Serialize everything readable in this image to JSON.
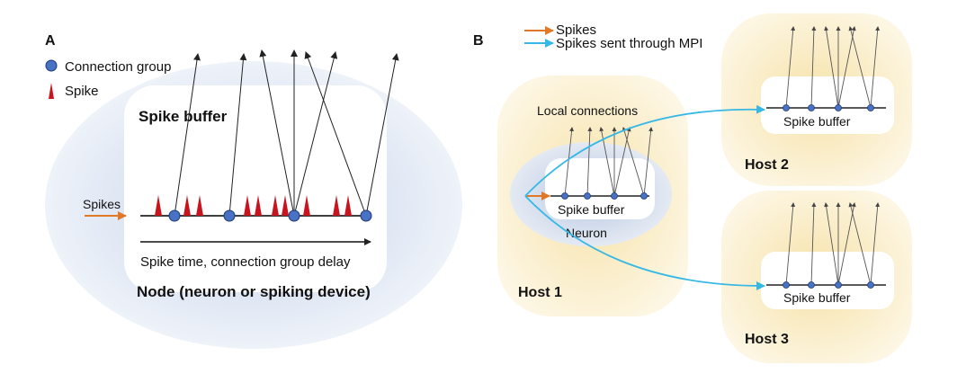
{
  "panel_a": {
    "panel_label": "A",
    "legend": {
      "connection_group": "Connection group",
      "spike": "Spike"
    },
    "spike_buffer_label": "Spike buffer",
    "spikes_input_label": "Spikes",
    "axis_label": "Spike time, connection group delay",
    "node_label": "Node (neuron or spiking device)"
  },
  "panel_b": {
    "panel_label": "B",
    "legend": {
      "spikes": "Spikes",
      "spikes_mpi": "Spikes sent through MPI"
    },
    "host1": {
      "label": "Host 1",
      "local_connections": "Local connections",
      "spike_buffer": "Spike buffer",
      "neuron": "Neuron"
    },
    "host2": {
      "label": "Host 2",
      "spike_buffer": "Spike buffer"
    },
    "host3": {
      "label": "Host 3",
      "spike_buffer": "Spike buffer"
    }
  },
  "colors": {
    "node_fill": "#e6ecf5",
    "host_fill": "#fbf2d6",
    "group_fill": "#4a72c4",
    "spike_fill": "#c8141e",
    "spike_arrow": "#e07828",
    "mpi_arrow": "#35b8e6"
  }
}
